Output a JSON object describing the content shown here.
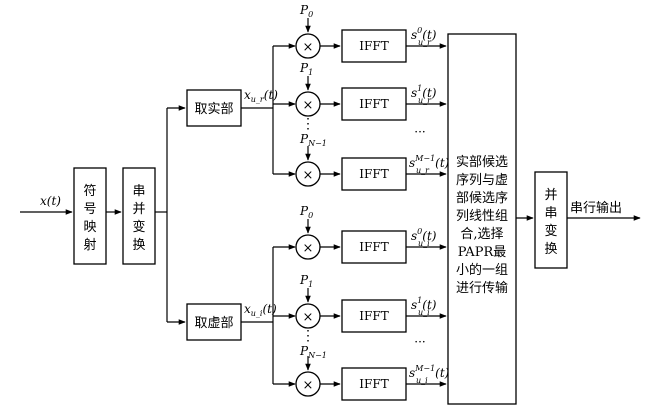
{
  "diagram": {
    "input_label": "x(t)",
    "symbol_mapping": [
      "符",
      "号",
      "映",
      "射"
    ],
    "serial_to_parallel": [
      "串",
      "并",
      "变",
      "换"
    ],
    "take_real": "取实部",
    "take_imag": "取虚部",
    "real_out_label": {
      "base": "x",
      "sub": "u_r",
      "arg": "(t)"
    },
    "imag_out_label": {
      "base": "x",
      "sub": "u_i",
      "arg": "(t)"
    },
    "ifft_label": "IFFT",
    "multiply_symbol": "×",
    "phase_labels": [
      {
        "base": "P",
        "sub": "0"
      },
      {
        "base": "P",
        "sub": "1"
      },
      {
        "base": "P",
        "sub": "N−1"
      }
    ],
    "real_outputs": [
      {
        "base": "s",
        "sup": "0",
        "sub": "u_r",
        "arg": "(t)"
      },
      {
        "base": "s",
        "sup": "1",
        "sub": "u_r",
        "arg": "(t)"
      },
      {
        "base": "s",
        "sup": "M−1",
        "sub": "u_r",
        "arg": "(t)"
      }
    ],
    "imag_outputs": [
      {
        "base": "s",
        "sup": "0",
        "sub": "u_i",
        "arg": "(t)"
      },
      {
        "base": "s",
        "sup": "1",
        "sub": "u_i",
        "arg": "(t)"
      },
      {
        "base": "s",
        "sup": "M−1",
        "sub": "u_i",
        "arg": "(t)"
      }
    ],
    "ellipsis_h": "···",
    "ellipsis_v": "⋮",
    "combiner_text": [
      "实部候选",
      "序列与虚",
      "部候选序",
      "列线性组",
      "合,选择",
      "PAPR最",
      "小的一组",
      "进行传输"
    ],
    "parallel_to_serial": [
      "并",
      "串",
      "变",
      "换"
    ],
    "output_label": "串行输出"
  }
}
